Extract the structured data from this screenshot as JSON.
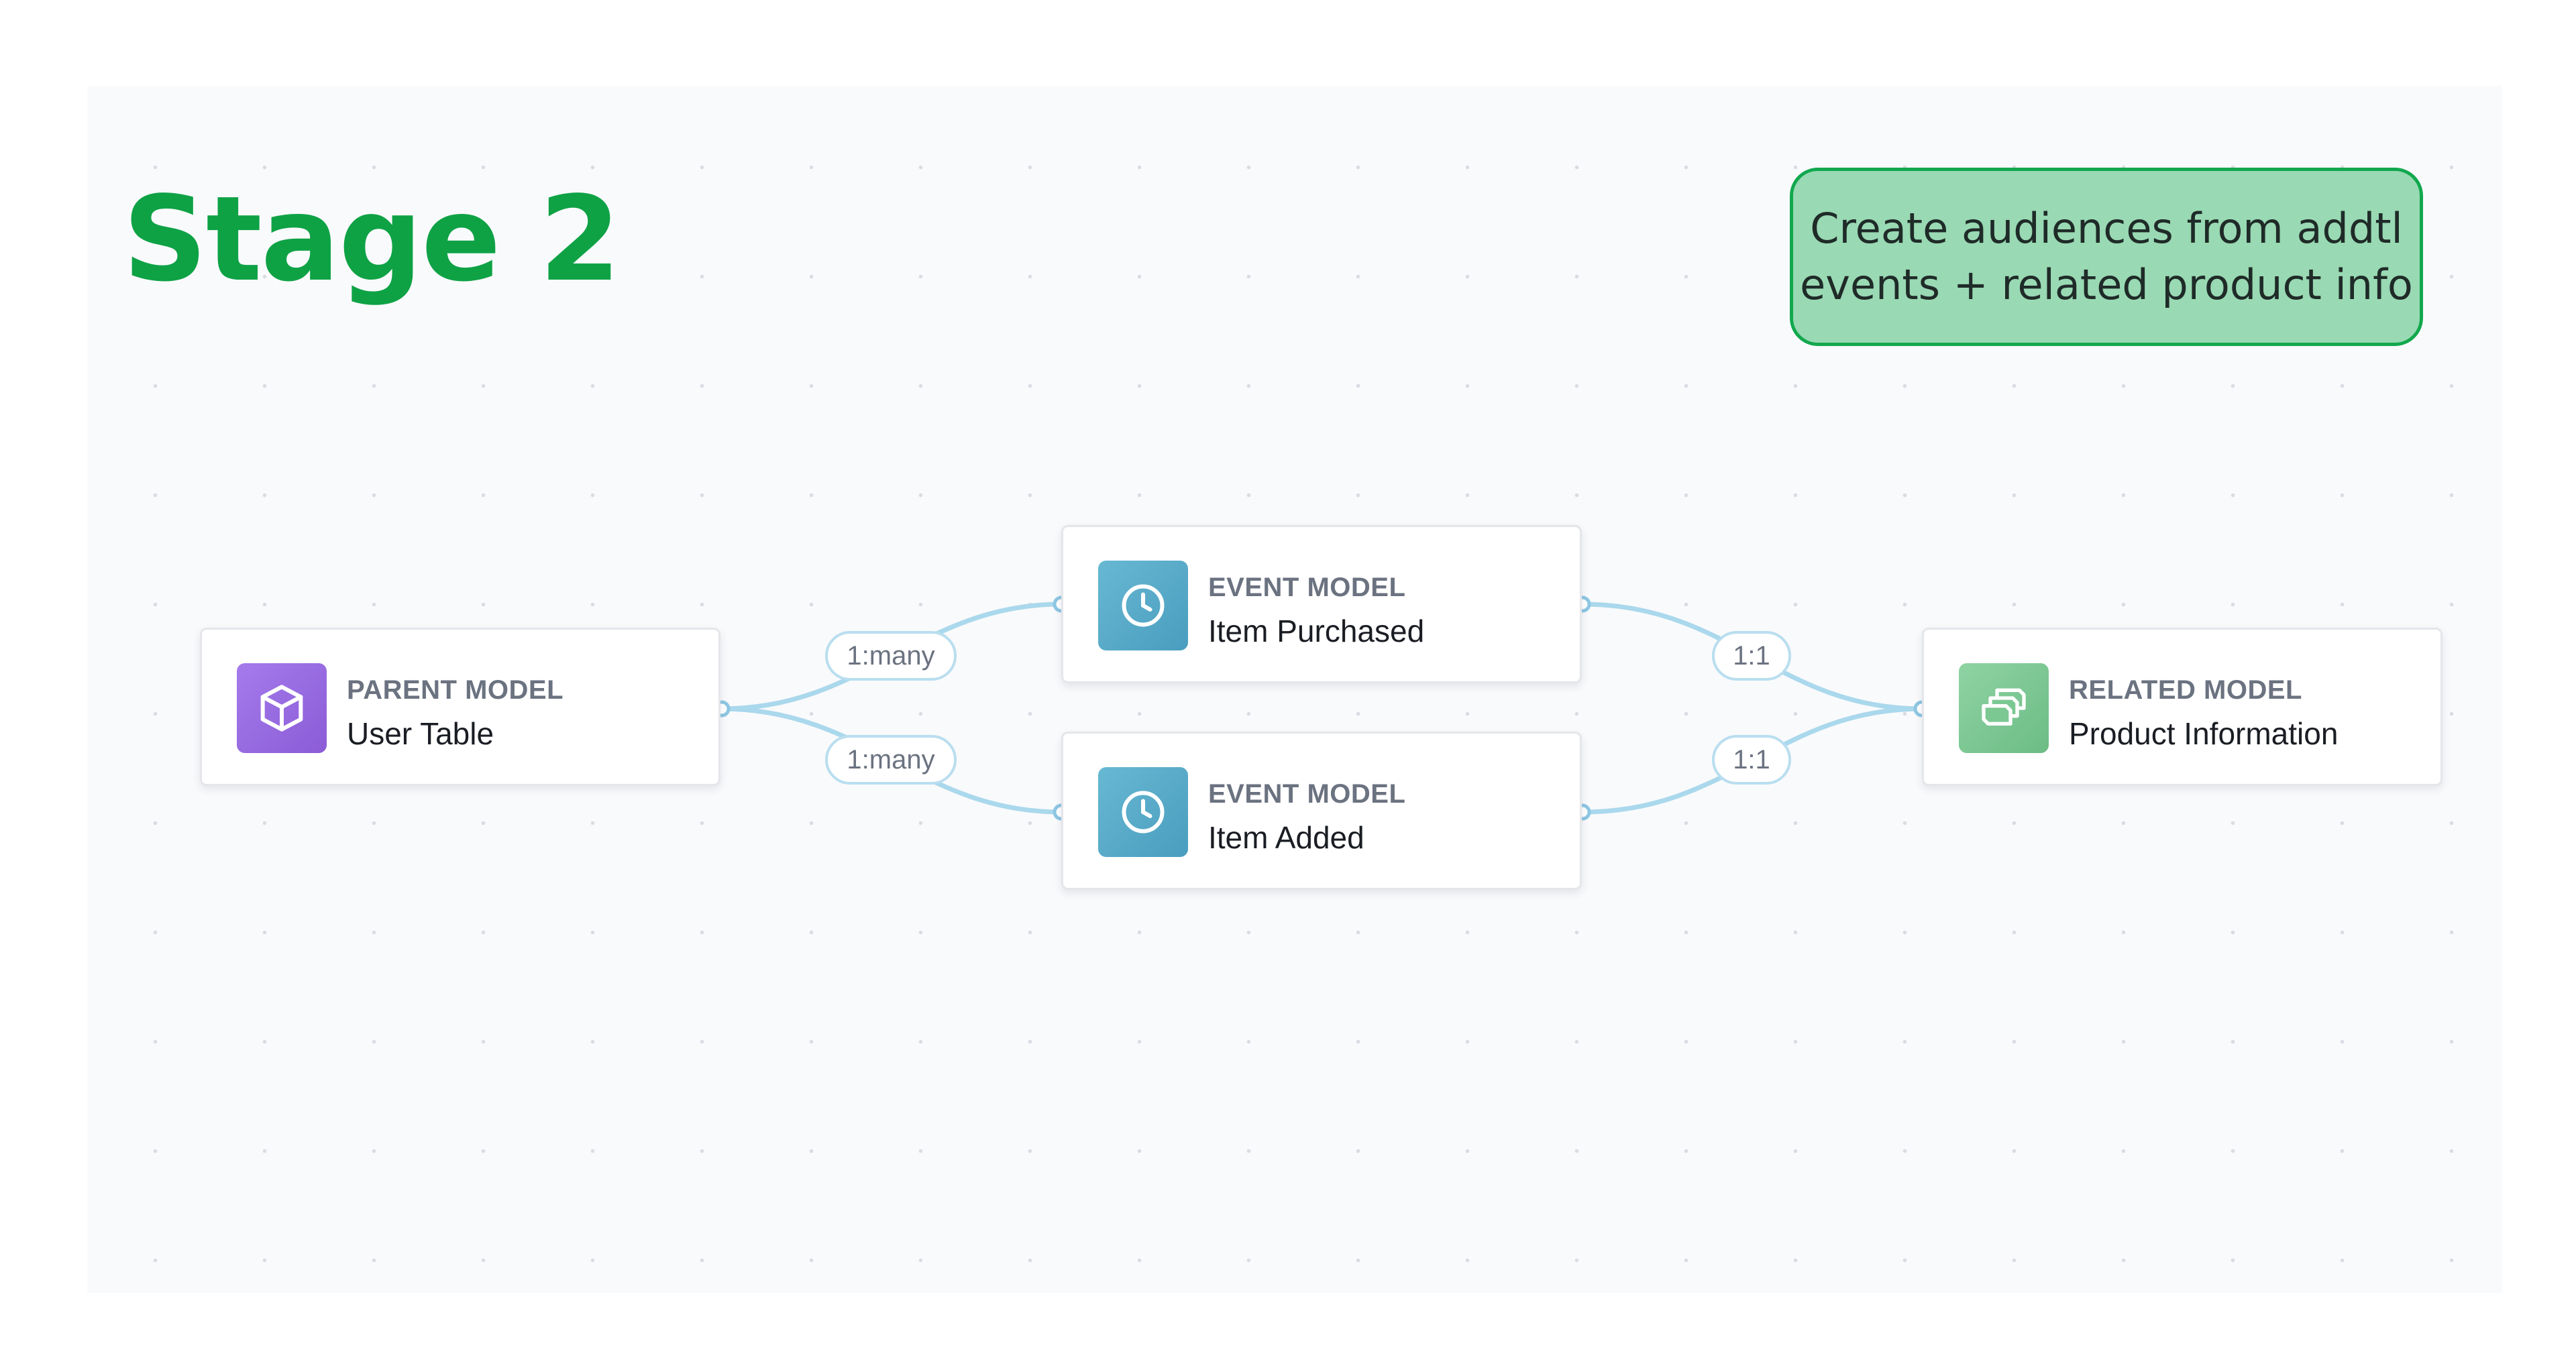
{
  "stage_title": "Stage 2",
  "callout": {
    "line1": "Create audiences from addtl",
    "line2": "events + related product info"
  },
  "nodes": {
    "parent": {
      "kind": "PARENT MODEL",
      "name": "User Table",
      "icon": "cube-icon"
    },
    "purchased": {
      "kind": "EVENT MODEL",
      "name": "Item Purchased",
      "icon": "clock-icon"
    },
    "added": {
      "kind": "EVENT MODEL",
      "name": "Item Added",
      "icon": "clock-icon"
    },
    "related": {
      "kind": "RELATED MODEL",
      "name": "Product Information",
      "icon": "stacked-layers-icon"
    }
  },
  "edges": [
    {
      "from": "User Table",
      "to": "Item Purchased",
      "label": "1:many"
    },
    {
      "from": "User Table",
      "to": "Item Added",
      "label": "1:many"
    },
    {
      "from": "Item Purchased",
      "to": "Product Information",
      "label": "1:1"
    },
    {
      "from": "Item Added",
      "to": "Product Information",
      "label": "1:1"
    }
  ],
  "colors": {
    "title": "#0ea245",
    "callout_fill": "#99d9b3",
    "callout_border": "#12a84e",
    "connector": "#aad8ec",
    "parent_icon": "#9a6ce3",
    "event_icon": "#56a9c8",
    "related_icon": "#7cc893"
  }
}
